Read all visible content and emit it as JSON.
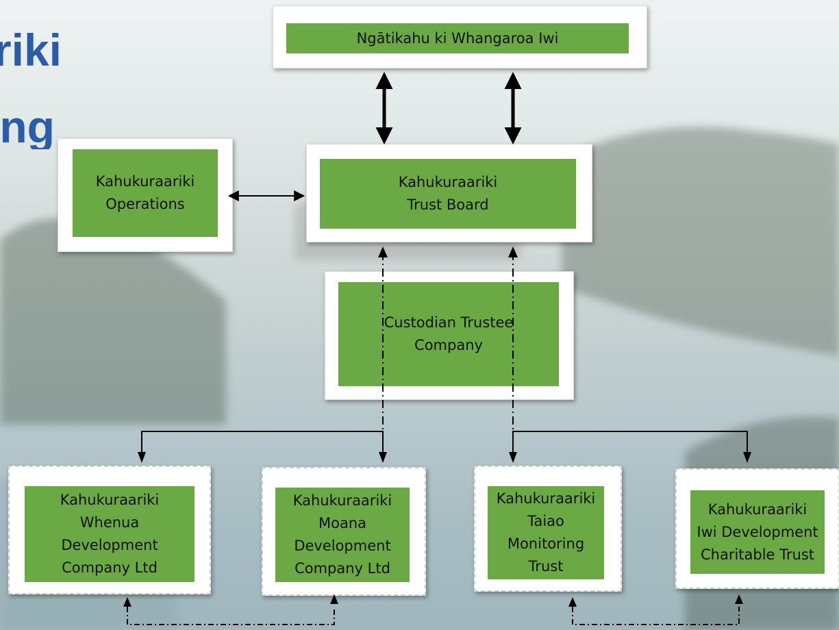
{
  "title": {
    "line1": "riki",
    "line2": "ng"
  },
  "nodes": {
    "iwi": "Ngātikahu ki Whangaroa Iwi",
    "operations": "Kahukuraariki\nOperations",
    "trust_board": "Kahukuraariki\nTrust Board",
    "custodian": "Custodian Trustee\nCompany",
    "whenua": "Kahukuraariki\nWhenua\nDevelopment\nCompany Ltd",
    "moana": "Kahukuraariki\nMoana\nDevelopment\nCompany Ltd",
    "taiao": "Kahukuraariki\nTaiao\nMonitoring\nTrust",
    "charitable": "Kahukuraariki\nIwi Development\nCharitable Trust"
  },
  "colors": {
    "box_green": "#6aa944",
    "title_blue": "#2a5caa",
    "frame_white": "#ffffff",
    "line_black": "#000000"
  }
}
